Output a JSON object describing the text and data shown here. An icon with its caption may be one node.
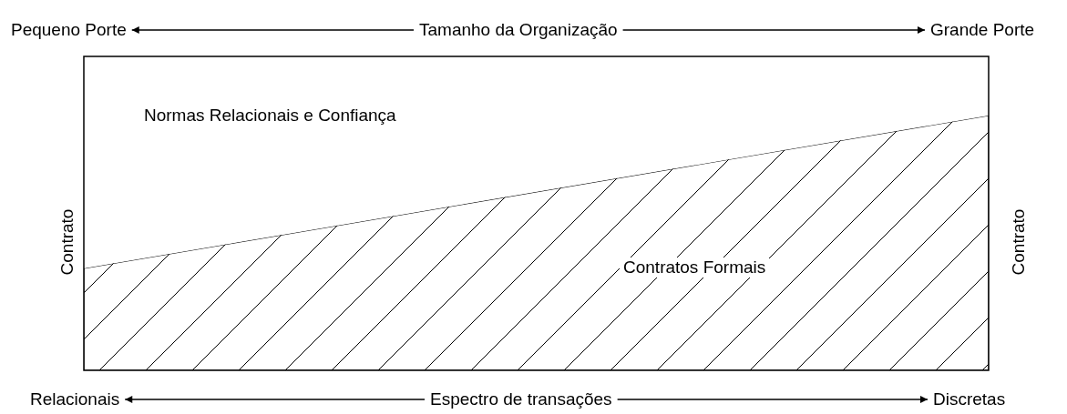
{
  "diagram": {
    "nodes": [
      {
        "text": [
          "Pequeno Porte"
        ]
      },
      {
        "text": [
          "Tamanho da Organização"
        ]
      },
      {
        "text": [
          "Grande Porte"
        ]
      },
      {
        "text": [
          "Relacionais"
        ]
      },
      {
        "text": [
          "Espectro de transações"
        ]
      },
      {
        "text": [
          "Discretas"
        ]
      }
    ],
    "edges": [
      {
        "from": 1,
        "to": 0,
        "arrow": "to"
      },
      {
        "from": 1,
        "to": 2,
        "arrow": "to"
      },
      {
        "from": 4,
        "to": 3,
        "arrow": "to"
      },
      {
        "from": 4,
        "to": 5,
        "arrow": "to"
      }
    ],
    "labels": [
      "Normas Relacionais e Confiança",
      "Contrato",
      "Contratos Formais",
      "Contrato"
    ]
  }
}
